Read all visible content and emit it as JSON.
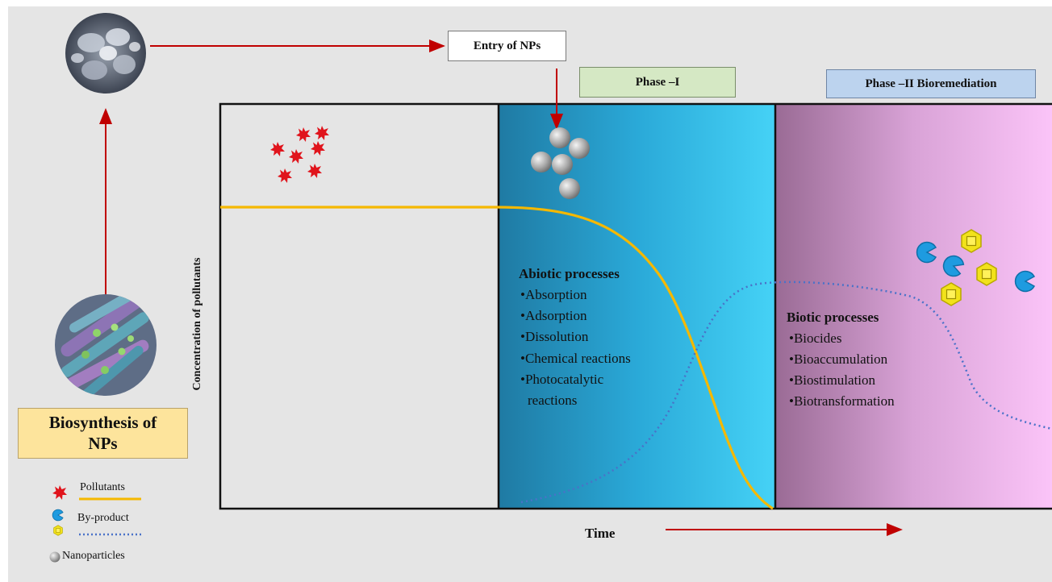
{
  "biosynthesis": {
    "label": "Biosynthesis of NPs"
  },
  "entry": {
    "label": "Entry of NPs"
  },
  "phase1": {
    "label": "Phase –I"
  },
  "phase2": {
    "label": "Phase –II Bioremediation"
  },
  "axes": {
    "ylabel": "Concentration of pollutants",
    "xlabel": "Time"
  },
  "abiotic": {
    "title": "Abiotic processes",
    "items": [
      "•Absorption",
      "•Adsorption",
      "•Dissolution",
      "•Chemical reactions",
      "•Photocatalytic",
      "reactions"
    ]
  },
  "biotic": {
    "title": "Biotic processes",
    "items": [
      "•Biocides",
      "•Bioaccumulation",
      "•Biostimulation",
      "•Biotransformation"
    ]
  },
  "legend": {
    "pollutants": "Pollutants",
    "byproduct": "By-product",
    "nanoparticles": "Nanoparticles"
  },
  "colors": {
    "arrow": "#c00000",
    "pollutant_curve": "#f5b800",
    "byproduct_curve": "#4a72c8",
    "phase1_box": "#d5e8c4",
    "phase2_box": "#bcd3ee",
    "biosynthesis_box": "#fde49c"
  },
  "icons": [
    "pollutant-icon",
    "nanoparticle-icon",
    "byproduct-icon",
    "microbe-image",
    "nanostructure-image"
  ]
}
